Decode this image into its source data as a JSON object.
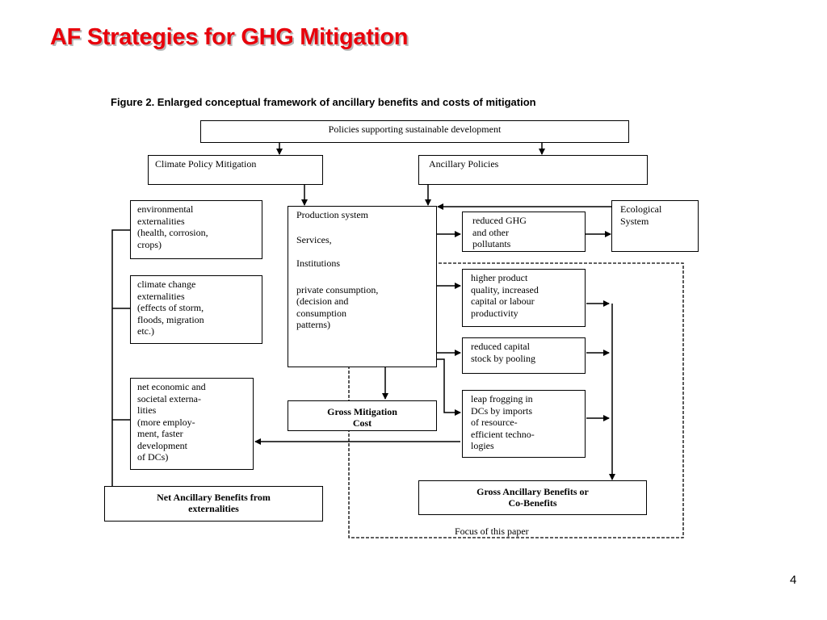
{
  "title": "AF Strategies for GHG Mitigation",
  "figure_caption": "Figure 2.  Enlarged conceptual framework of ancillary benefits and costs of mitigation",
  "page_number": "4",
  "title_color": "#e8000b",
  "boxes": {
    "policies": "Policies supporting sustainable development",
    "climate_policy": "Climate Policy Mitigation",
    "ancillary_policies": "Ancillary Policies",
    "environmental": "environmental\nexternalities\n(health, corrosion,\ncrops)",
    "climate_change": "climate change\nexternalities\n(effects of storm,\nfloods, migration\netc.)",
    "net_economic": "net economic and\nsocietal externa-\nlities\n(more employ-\nment, faster\ndevelopment\nof DCs)",
    "production_system": "Production system",
    "services": "Services,",
    "institutions": "Institutions",
    "private_consumption": "private consumption,\n(decision and\nconsumption\npatterns)",
    "reduced_ghg": "reduced GHG\nand other\npollutants",
    "ecological": "Ecological\nSystem",
    "higher_product": "higher product\nquality, increased\ncapital or labour\nproductivity",
    "reduced_capital": "reduced capital\nstock by pooling",
    "leap_frogging": "leap frogging in\nDCs by imports\nof resource-\nefficient techno-\nlogies",
    "gross_mitigation": "Gross Mitigation\nCost",
    "gross_ancillary": "Gross Ancillary Benefits or\nCo-Benefits",
    "net_ancillary": "Net Ancillary Benefits from\nexternalities",
    "focus": "Focus of this paper"
  }
}
